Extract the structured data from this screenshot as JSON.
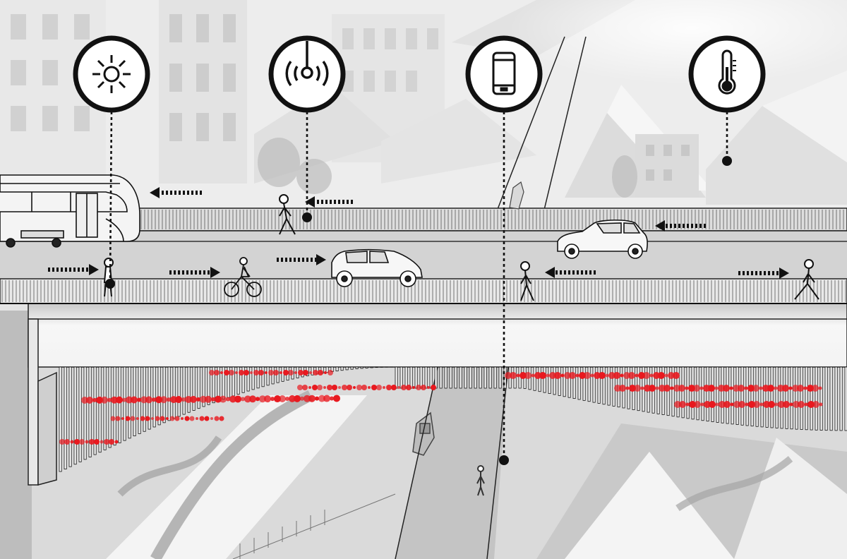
{
  "sensors": [
    {
      "id": "light",
      "icon": "sun-icon"
    },
    {
      "id": "sound",
      "icon": "sound-sensor-icon"
    },
    {
      "id": "phone",
      "icon": "smartphone-icon"
    },
    {
      "id": "temperature",
      "icon": "thermometer-icon"
    }
  ],
  "colors": {
    "background": "#e6e6e6",
    "ink": "#111111",
    "led": "#e8191f",
    "deck": "#f2f2f2"
  }
}
